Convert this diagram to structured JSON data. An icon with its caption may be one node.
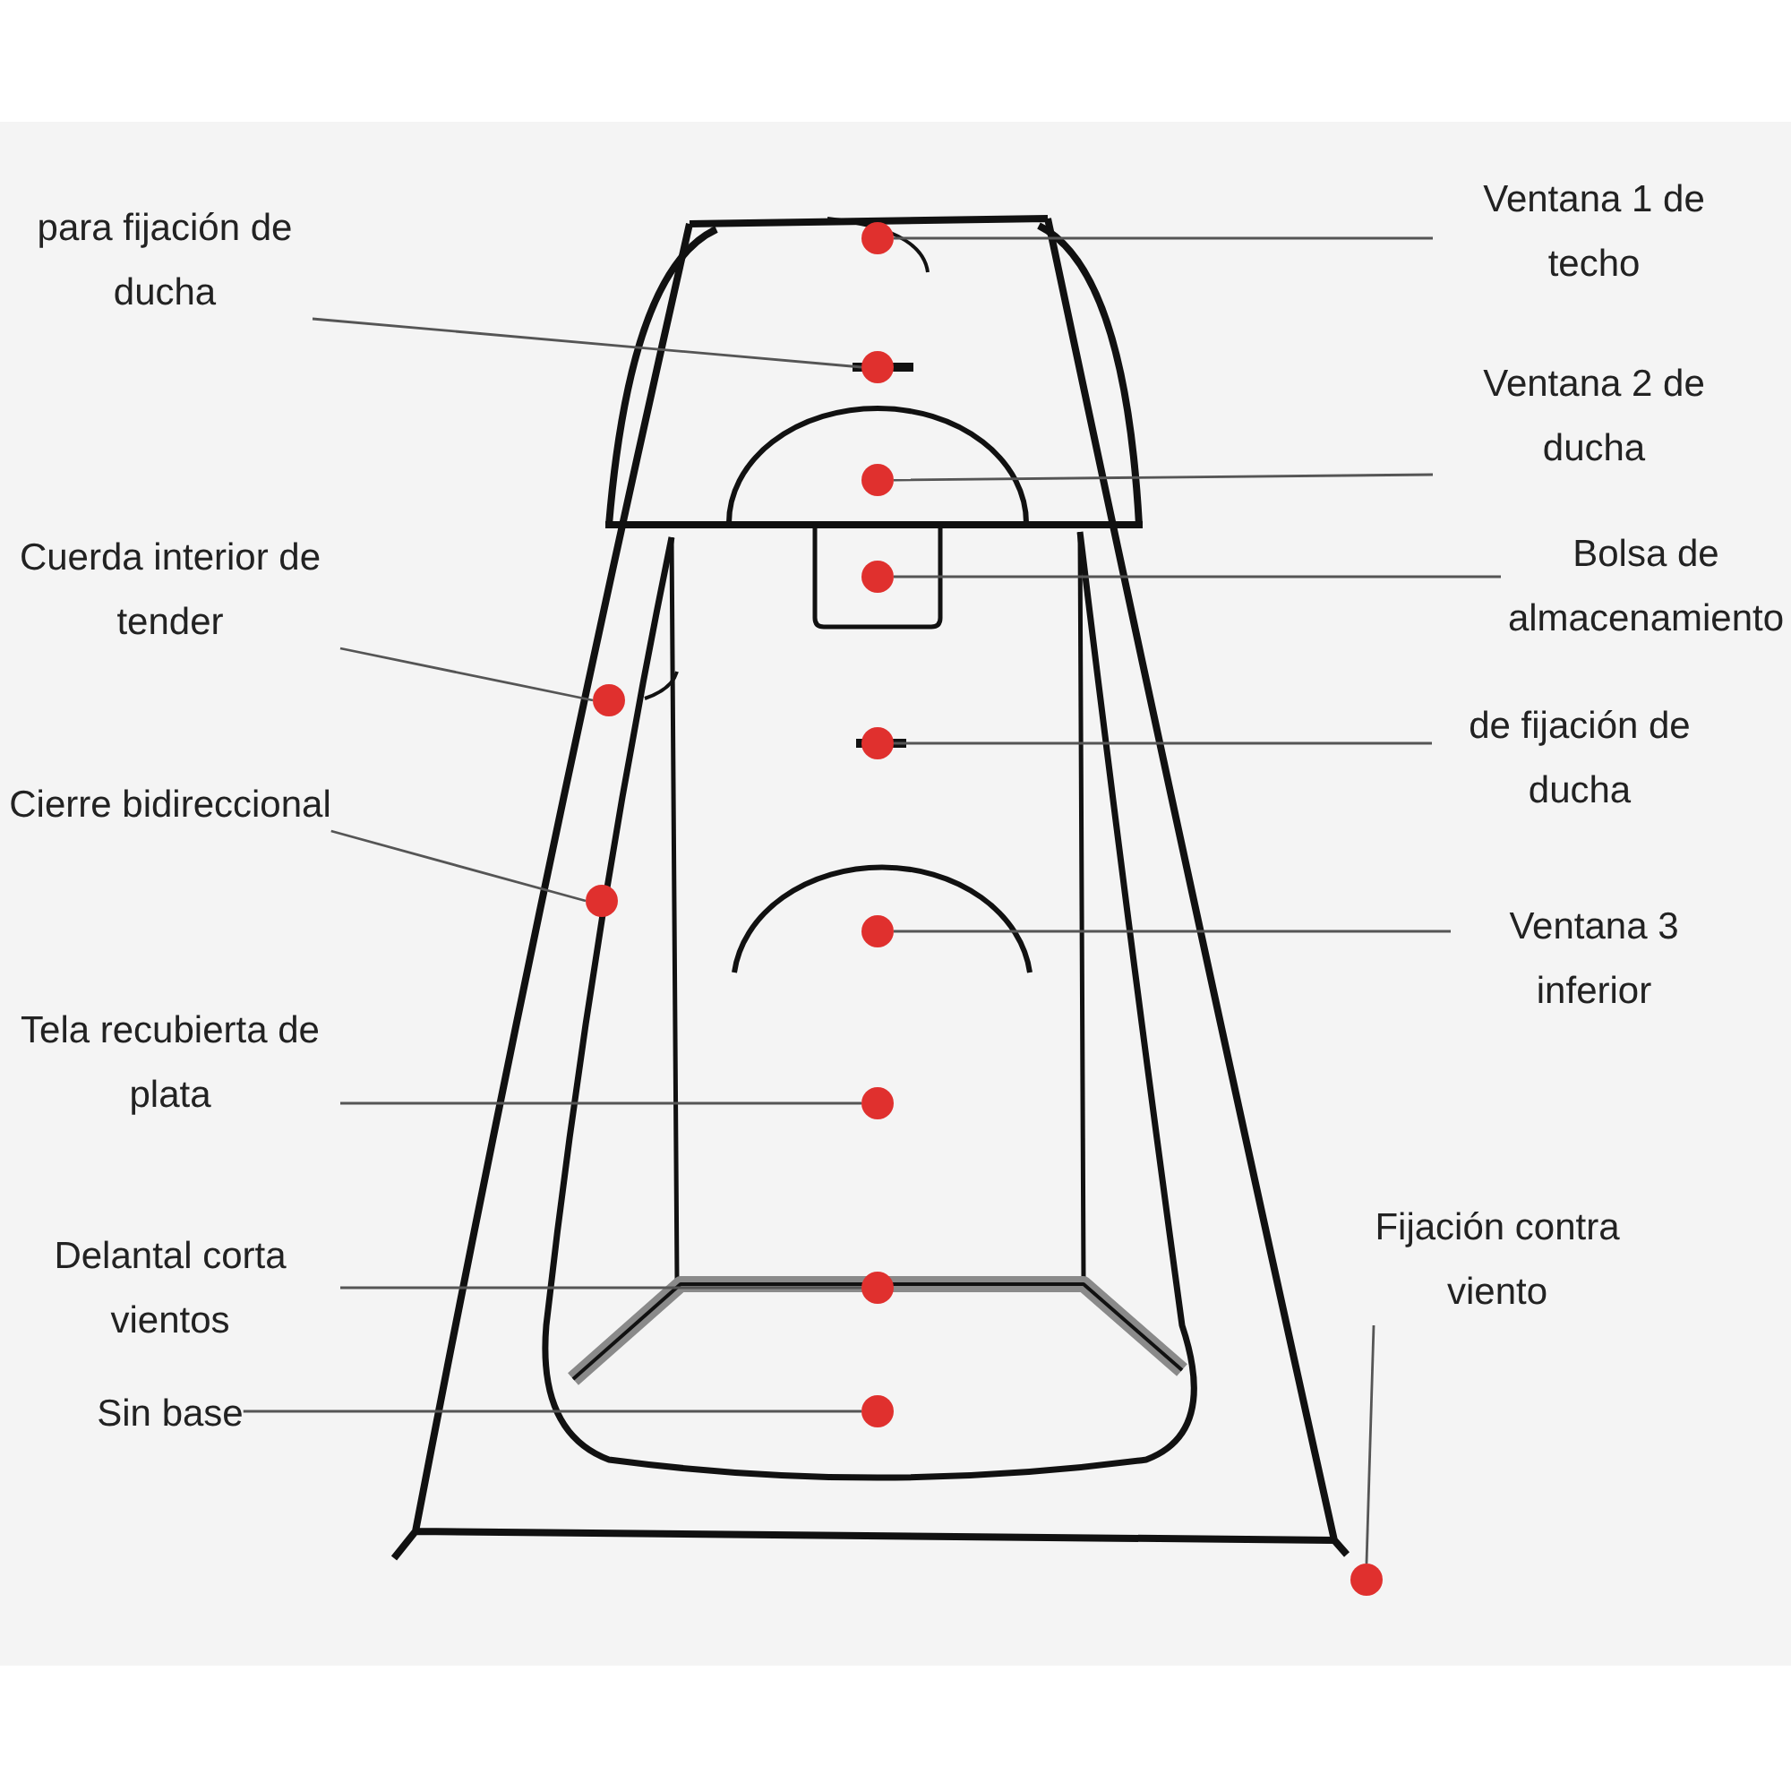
{
  "diagram": {
    "nodes": [
      {
        "text": [
          "Ventana 1 de techo"
        ]
      },
      {
        "text": [
          "para fijación de ducha"
        ]
      },
      {
        "text": [
          "Ventana 2 de ducha"
        ]
      },
      {
        "text": [
          "Cuerda interior de tender"
        ]
      },
      {
        "text": [
          "Bolsa de almacenamiento"
        ]
      },
      {
        "text": [
          "de fijación de ducha"
        ]
      },
      {
        "text": [
          "Cierre bidireccional"
        ]
      },
      {
        "text": [
          "Ventana 3 inferior"
        ]
      },
      {
        "text": [
          "Tela recubierta de plata"
        ]
      },
      {
        "text": [
          "Fijación contra viento"
        ]
      },
      {
        "text": [
          "Delantal corta vientos"
        ]
      },
      {
        "text": [
          "Sin base"
        ]
      },
      {
        "text": [],
        "shape": "circle"
      },
      {
        "text": [],
        "shape": "circle"
      },
      {
        "text": [],
        "shape": "circle"
      },
      {
        "text": [],
        "shape": "circle"
      },
      {
        "text": [],
        "shape": "circle"
      },
      {
        "text": [],
        "shape": "circle"
      },
      {
        "text": [],
        "shape": "circle"
      },
      {
        "text": [],
        "shape": "circle"
      },
      {
        "text": [],
        "shape": "circle"
      },
      {
        "text": [],
        "shape": "circle"
      },
      {
        "text": [],
        "shape": "circle"
      },
      {
        "text": [],
        "shape": "circle"
      }
    ],
    "edges": [
      {
        "from": 0,
        "to": 12,
        "arrow": "none"
      },
      {
        "from": 1,
        "to": 13,
        "arrow": "none"
      },
      {
        "from": 2,
        "to": 14,
        "arrow": "none"
      },
      {
        "from": 3,
        "to": 16,
        "arrow": "none"
      },
      {
        "from": 4,
        "to": 15,
        "arrow": "none"
      },
      {
        "from": 5,
        "to": 17,
        "arrow": "none"
      },
      {
        "from": 6,
        "to": 18,
        "arrow": "none"
      },
      {
        "from": 7,
        "to": 19,
        "arrow": "none"
      },
      {
        "from": 8,
        "to": 20,
        "arrow": "none"
      },
      {
        "from": 9,
        "to": 23,
        "arrow": "none"
      },
      {
        "from": 10,
        "to": 21,
        "arrow": "none"
      },
      {
        "from": 11,
        "to": 22,
        "arrow": "none"
      }
    ]
  }
}
